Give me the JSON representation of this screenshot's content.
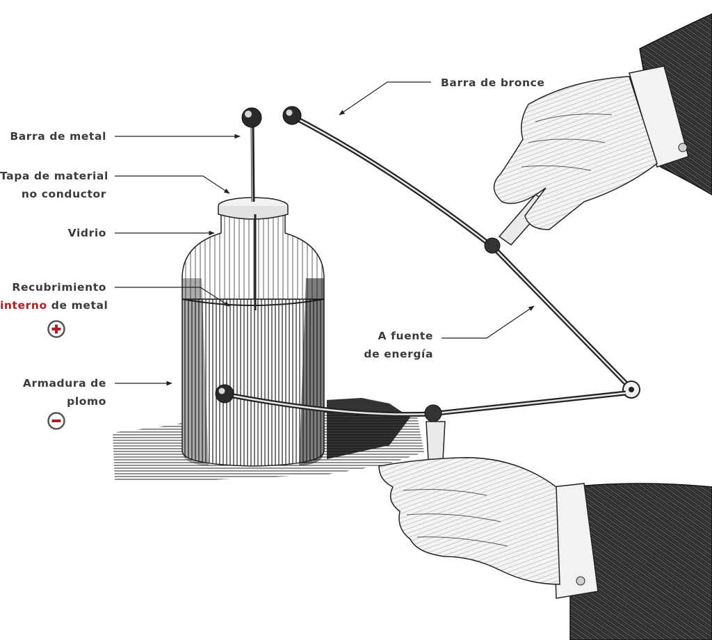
{
  "labels": {
    "metal_rod": "Barra de metal",
    "cap_line1": "Tapa de material",
    "cap_line2": "no conductor",
    "glass": "Vidrio",
    "inner_line1": "Recubrimiento",
    "inner_highlight": "interno",
    "inner_rest": " de metal",
    "outer_line1": "Armadura de",
    "outer_line2": "plomo",
    "bronze_rod": "Barra de bronce",
    "source_line1": "A fuente",
    "source_line2": "de energía"
  },
  "signs": {
    "positive": "+",
    "negative": "−"
  },
  "colors": {
    "text": "#3a3a3a",
    "highlight": "#b01e23",
    "sign_ring": "#555555"
  }
}
